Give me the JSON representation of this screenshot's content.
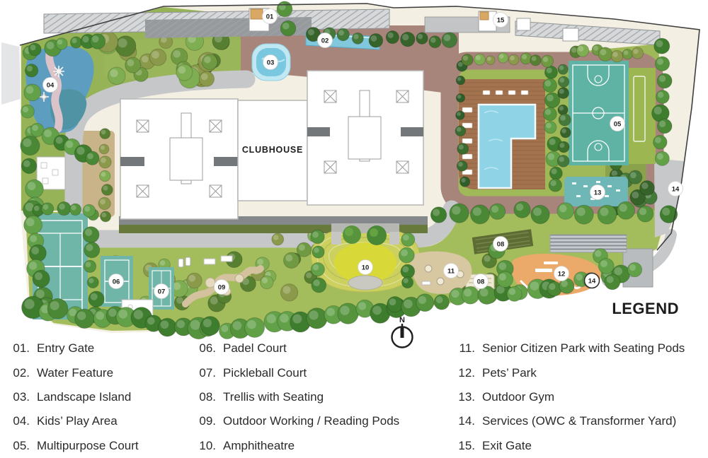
{
  "plan": {
    "clubhouse_label": "CLUBHOUSE",
    "compass_label": "N",
    "markers": [
      {
        "label": "01"
      },
      {
        "label": "02"
      },
      {
        "label": "03"
      },
      {
        "label": "04"
      },
      {
        "label": "05"
      },
      {
        "label": "06"
      },
      {
        "label": "07"
      },
      {
        "label": "08"
      },
      {
        "label": "08"
      },
      {
        "label": "09"
      },
      {
        "label": "10"
      },
      {
        "label": "11"
      },
      {
        "label": "12"
      },
      {
        "label": "13"
      },
      {
        "label": "14"
      },
      {
        "label": "14"
      },
      {
        "label": "15"
      }
    ]
  },
  "legend": {
    "title": "LEGEND",
    "columns": [
      {
        "items": [
          {
            "num": "01.",
            "label": "Entry Gate"
          },
          {
            "num": "02.",
            "label": "Water Feature"
          },
          {
            "num": "03.",
            "label": "Landscape Island"
          },
          {
            "num": "04.",
            "label": "Kids’ Play Area"
          },
          {
            "num": "05.",
            "label": "Multipurpose Court"
          }
        ]
      },
      {
        "items": [
          {
            "num": "06.",
            "label": "Padel Court"
          },
          {
            "num": "07.",
            "label": "Pickleball Court"
          },
          {
            "num": "08.",
            "label": "Trellis with Seating"
          },
          {
            "num": "09.",
            "label": "Outdoor Working / Reading Pods"
          },
          {
            "num": "10.",
            "label": "Amphitheatre"
          }
        ]
      },
      {
        "items": [
          {
            "num": "11.",
            "label": "Senior Citizen Park with Seating Pods"
          },
          {
            "num": "12.",
            "label": "Pets’ Park"
          },
          {
            "num": "13.",
            "label": "Outdoor Gym"
          },
          {
            "num": "14.",
            "label": "Services (OWC & Transformer Yard)"
          },
          {
            "num": "15.",
            "label": "Exit Gate"
          }
        ]
      }
    ]
  },
  "colors": {
    "road": "#a8857b",
    "path_gray": "#c5c7c9",
    "water": "#82c8dd",
    "pool": "#8fd3e6",
    "deck": "#a3734f",
    "court": "#6fb5a8",
    "multipurpose_court": "#5fb3a4",
    "gym": "#6fb7b7",
    "lawn": "#a4bd5c",
    "amphitheatre_lawn": "#d8d838",
    "pets_park": "#eba96a"
  }
}
